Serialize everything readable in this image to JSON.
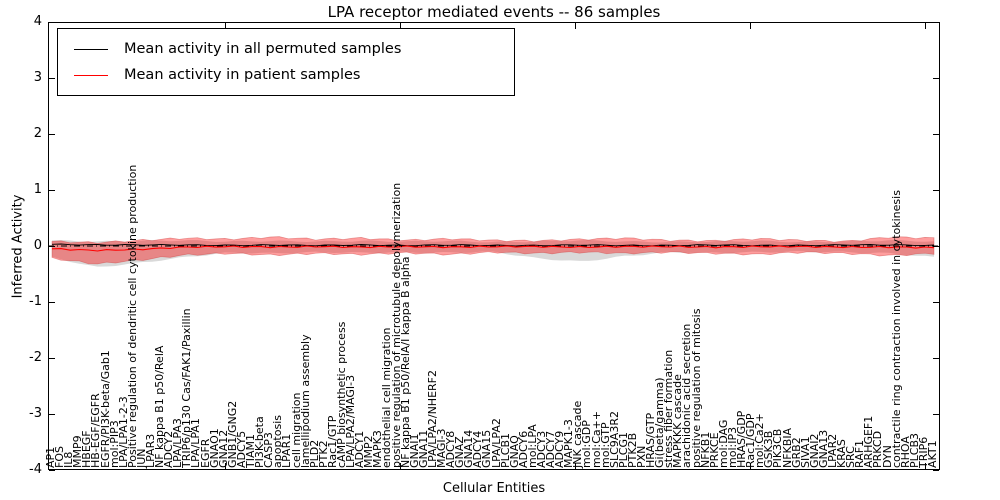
{
  "title": "LPA receptor mediated events -- 86 samples",
  "legend": {
    "items": [
      {
        "label": "Mean activity in all permuted samples",
        "color": "#000000"
      },
      {
        "label": "Mean activity in patient samples",
        "color": "#ff0000"
      }
    ]
  },
  "chart_data": {
    "type": "line",
    "title": "LPA receptor mediated events -- 86 samples",
    "xlabel": "Cellular Entities",
    "ylabel": "Inferred Activity",
    "ylim": [
      -4,
      4
    ],
    "yticks": [
      4,
      3,
      2,
      1,
      0,
      -1,
      -2,
      -3,
      -4
    ],
    "grid": false,
    "legend_position": "upper left",
    "zero_reference_line": 0,
    "categories": [
      "AP1",
      "FOS",
      "IL8",
      "MMP9",
      "HBEGF",
      "HB-EGF/EGFR",
      "EGFR/PI3K-beta/Gab1",
      "mol:PIP3",
      "LPA/LPA1-2-3",
      "Positive regulation of dendritic cell cytokine production",
      "JUN",
      "LPAR3",
      "NF kappa B1 p50/RelA",
      "ADCY2",
      "LPA/LPA3",
      "TRIP6/p130 Cas/FAK1/Paxillin",
      "LPA/LPA1",
      "EGFR",
      "GNAO1",
      "GNA12",
      "GNB1/GNG2",
      "ADCY5",
      "TIAM1",
      "PI3K-beta",
      "CASP3",
      "apoptosis",
      "LPAR1",
      "cell migration",
      "lamellipodium assembly",
      "PLD2",
      "PTK2",
      "Rac1/GTP",
      "cAMP biosynthetic process",
      "LPA/LPA2/MAGI-3",
      "ADCY1",
      "MMP2",
      "MAPK3",
      "endothelial cell migration",
      "positive regulation of microtubule depolymerization",
      "NF kappa B1 p50/RelA/I kappa B alpha",
      "GNAI1",
      "GNA11",
      "LPA/LPA2/NHERF2",
      "MAGI-3",
      "ADCY8",
      "GNAZ",
      "GNA14",
      "ADCY4",
      "GNA15",
      "LPA/LPA2",
      "PLCB1",
      "GNAQ",
      "ADCY6",
      "mol:LPA",
      "ADCY3",
      "ADCY7",
      "ADCY9",
      "MAPK1-3",
      "JNK cascade",
      "mol:GDP",
      "mol:Ca++",
      "mol:GTP",
      "SLC9A3R2",
      "PLCG1",
      "PTK2B",
      "PXN",
      "HRAS/GTP",
      "Gi(beta/gamma)",
      "stress fiber formation",
      "MAPKKK cascade",
      "arachidonic acid secretion",
      "positive regulation of mitosis",
      "NFKB1",
      "PRKCE",
      "mol:DAG",
      "mol:IP3",
      "HRAS/GDP",
      "Rac1/GDP",
      "mol:Ca2+",
      "GSK3B",
      "PIK3CB",
      "NFKBIA",
      "GRB2",
      "SIVA1",
      "GNAI2",
      "GNA13",
      "LPAR2",
      "KRAS",
      "SRC",
      "RAF1",
      "ARHGEF1",
      "PRKCD",
      "DYN",
      "contractile ring contraction involved in cytokinesis",
      "RHOA",
      "PLCB3",
      "TRIP6",
      "AKT1"
    ],
    "series": [
      {
        "name": "Mean activity in all permuted samples",
        "color": "#000000",
        "band_color": "#aaaaaa",
        "x_frac": [
          0,
          0.05,
          0.1,
          0.15,
          0.2,
          0.25,
          0.3,
          0.35,
          0.4,
          0.45,
          0.5,
          0.55,
          0.6,
          0.65,
          0.7,
          0.75,
          0.8,
          0.85,
          0.9,
          0.95,
          1
        ],
        "mean": [
          0.03,
          0.02,
          0.02,
          0.02,
          0.01,
          0.02,
          0.01,
          0.02,
          0.01,
          0.02,
          0.01,
          0.01,
          0.02,
          0.01,
          0.01,
          0.02,
          0.01,
          0.01,
          0.02,
          0.02,
          0.01
        ],
        "band_upper": [
          0.1,
          0.08,
          0.09,
          0.1,
          0.08,
          0.09,
          0.08,
          0.09,
          0.08,
          0.09,
          0.07,
          0.08,
          0.1,
          0.08,
          0.07,
          0.08,
          0.09,
          0.07,
          0.08,
          0.1,
          0.08
        ],
        "band_lower": [
          -0.2,
          -0.38,
          -0.3,
          -0.2,
          -0.12,
          -0.13,
          -0.11,
          -0.12,
          -0.11,
          -0.12,
          -0.1,
          -0.22,
          -0.28,
          -0.18,
          -0.11,
          -0.12,
          -0.11,
          -0.1,
          -0.11,
          -0.13,
          -0.2
        ]
      },
      {
        "name": "Mean activity in patient samples",
        "color": "#ff0000",
        "band_color": "#ff0000",
        "x_frac": [
          0,
          0.05,
          0.1,
          0.15,
          0.2,
          0.25,
          0.3,
          0.35,
          0.4,
          0.45,
          0.5,
          0.55,
          0.6,
          0.65,
          0.7,
          0.75,
          0.8,
          0.85,
          0.9,
          0.95,
          1
        ],
        "mean": [
          -0.05,
          -0.08,
          -0.06,
          -0.02,
          -0.01,
          -0.02,
          -0.01,
          -0.02,
          -0.01,
          -0.02,
          -0.01,
          -0.01,
          -0.02,
          -0.01,
          -0.01,
          -0.02,
          -0.01,
          -0.01,
          -0.02,
          -0.02,
          -0.03
        ],
        "band_upper": [
          0.08,
          0.06,
          0.1,
          0.14,
          0.12,
          0.16,
          0.12,
          0.14,
          0.1,
          0.13,
          0.1,
          0.09,
          0.12,
          0.14,
          0.1,
          0.09,
          0.13,
          0.1,
          0.08,
          0.16,
          0.14
        ],
        "band_lower": [
          -0.22,
          -0.32,
          -0.25,
          -0.16,
          -0.13,
          -0.16,
          -0.13,
          -0.15,
          -0.12,
          -0.15,
          -0.11,
          -0.13,
          -0.11,
          -0.13,
          -0.11,
          -0.13,
          -0.15,
          -0.11,
          -0.13,
          -0.17,
          -0.13
        ]
      }
    ]
  }
}
